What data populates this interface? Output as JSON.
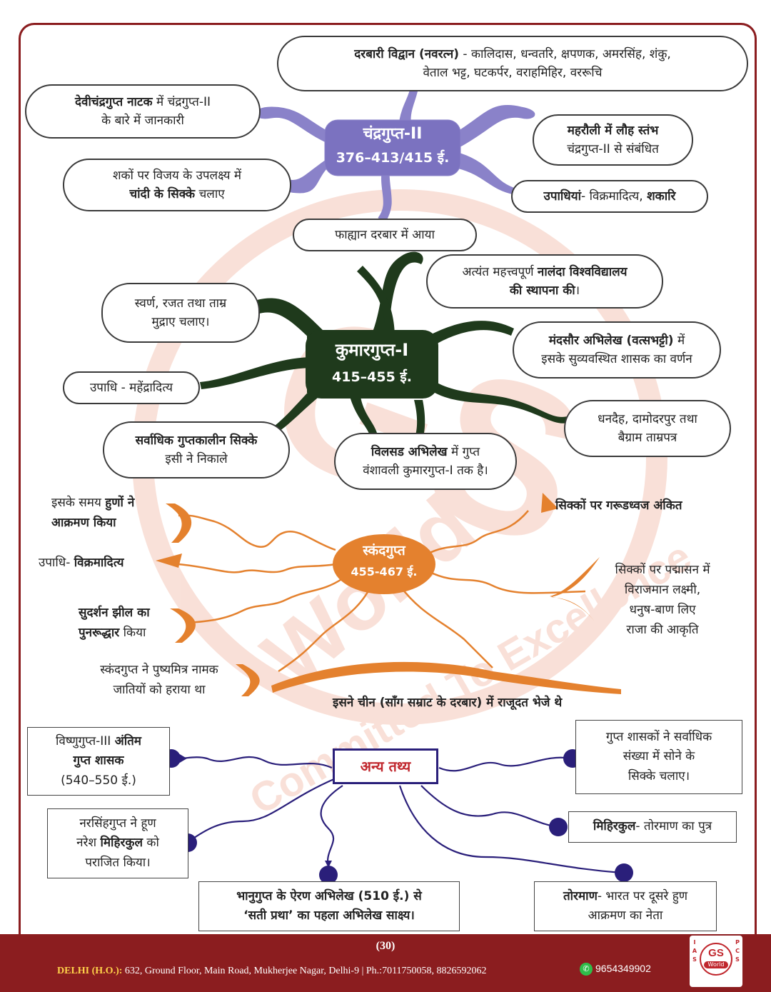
{
  "chandragupta": {
    "hub_title": "चंद्रगुप्त-II",
    "hub_years": "376–413/415 ई.",
    "navratna": {
      "bold": "दरबारी विद्वान (नवरत्न)",
      "rest": " - कालिदास, धन्वतरि, क्षपणक, अमरसिंह, शंकु,",
      "line2": "वेताल भट्ट, घटकर्पर, वराहमिहिर, वररूचि"
    },
    "devichandragupta": {
      "bold": "देवीचंद्रगुप्त नाटक",
      "rest": " में चंद्रगुप्त-II",
      "line2": "के बारे में जानकारी"
    },
    "mehrauli": {
      "bold": "महरौली में लौह स्तंभ",
      "line2": "चंद्रगुप्त-II से संबंधित"
    },
    "silver": {
      "line1": "शकों पर विजय के उपलक्ष्य में",
      "bold": "चांदी के सिक्के",
      "rest": " चलाए"
    },
    "titles": {
      "bold": "उपाधियां",
      "rest": "- विक्रमादित्य, ",
      "bold2": "शकारि"
    },
    "fahien": "फाह्यान दरबार में आया"
  },
  "kumaragupta": {
    "hub_title": "कुमारगुप्त-I",
    "hub_years": "415–455 ई.",
    "nalanda": {
      "pre": "अत्यंत महत्त्वपूर्ण ",
      "bold": "नालंदा विश्वविद्यालय",
      "bold2": "की स्थापना की",
      "post": "।"
    },
    "coins": {
      "line1": "स्वर्ण, रजत तथा ताम्र",
      "line2": "मुद्राए चलाए।"
    },
    "mandsaur": {
      "bold": "मंदसौर अभिलेख (वत्सभट्टी)",
      "rest": " में",
      "line2": "इसके सुव्यवस्थित शासक का वर्णन"
    },
    "title": "उपाधि - महेंद्रादित्य",
    "dhanaidah": {
      "line1": "धनदैह, दामोदरपुर तथा",
      "line2": "बैग्राम ताम्रपत्र"
    },
    "most_coins": {
      "bold": "सर्वाधिक गुप्तकालीन सिक्के",
      "line2": "इसी ने निकाले"
    },
    "bilsad": {
      "bold": "विलसड अभिलेख",
      "rest": " में गुप्त",
      "line2": "वंशावली कुमारगुप्त-I तक है।"
    }
  },
  "skandagupta": {
    "hub_title": "स्कंदगुप्त",
    "hub_years": "455-467 ई.",
    "huns": {
      "pre": "इसके समय ",
      "bold": "हुणों ने",
      "bold2": "आक्रमण किया"
    },
    "garuda": "सिक्कों पर गरूडध्वज अंकित",
    "title": {
      "pre": "उपाधि- ",
      "bold": "विक्रमादित्य"
    },
    "padmasana": {
      "line1": "सिक्कों पर पद्मासन में",
      "line2": "विराजमान लक्ष्मी,",
      "line3": "धनुष-बाण लिए",
      "line4": "राजा की आकृति"
    },
    "sudarshan": {
      "bold": "सुदर्शन झील का",
      "bold2": "पुनरूद्धार",
      "rest": " किया"
    },
    "pushyamitra": {
      "line1": "स्कंदगुप्त ने पुष्यमित्र नामक",
      "line2": "जातियों को हराया था"
    },
    "china": "इसने चीन (साँग सम्राट के दरबार) में राजूदत भेजे थे"
  },
  "other_facts": {
    "hub_title": "अन्य तथ्य",
    "vishnugupta": {
      "pre": "विष्णुगुप्त-III ",
      "bold": "अंतिम",
      "bold2": "गुप्त शासक",
      "line3": "(540–550 ई.)"
    },
    "gold_coins": {
      "line1": "गुप्त शासकों ने सर्वाधिक",
      "line2": "संख्या में सोने के",
      "line3": "सिक्के चलाए।"
    },
    "narasimhagupta": {
      "line1": "नरसिंहगुप्त ने हूण",
      "pre": "नरेश ",
      "bold": "मिहिरकुल",
      "rest": " को",
      "line3": "पराजित किया।"
    },
    "mihirakula": {
      "bold": "मिहिरकुल",
      "rest": "- तोरमाण का पुत्र"
    },
    "bhanugupta": {
      "line1": "भानुगुप्त के ऐरण अभिलेख (510 ई.) से",
      "line2": "‘सती प्रथा’ का पहला अभिलेख साक्ष्य।"
    },
    "toramana": {
      "bold": "तोरमाण",
      "rest": "- भारत पर दूसरे हुण",
      "line2": "आक्रमण का नेता"
    }
  },
  "watermark": {
    "big": "GS",
    "word": "World",
    "tagline": "Committed To Excellence"
  },
  "footer": {
    "page": "(30)",
    "label": "DELHI (H.O.):",
    "address": " 632, Ground Floor, Main Road, Mukherjee Nagar, Delhi-9 | Ph.:7011750058, 8826592062",
    "whatsapp": "9654349902",
    "logo_gs": "GS",
    "logo_world": "World",
    "logo_left": "IAS",
    "logo_right": "PCS"
  },
  "colors": {
    "chandragupta": "#8a82c9",
    "kumaragupta": "#1f3a1c",
    "skandagupta": "#e4812e",
    "other_facts": "#2a1f7a",
    "footer": "#8b1d1f"
  }
}
